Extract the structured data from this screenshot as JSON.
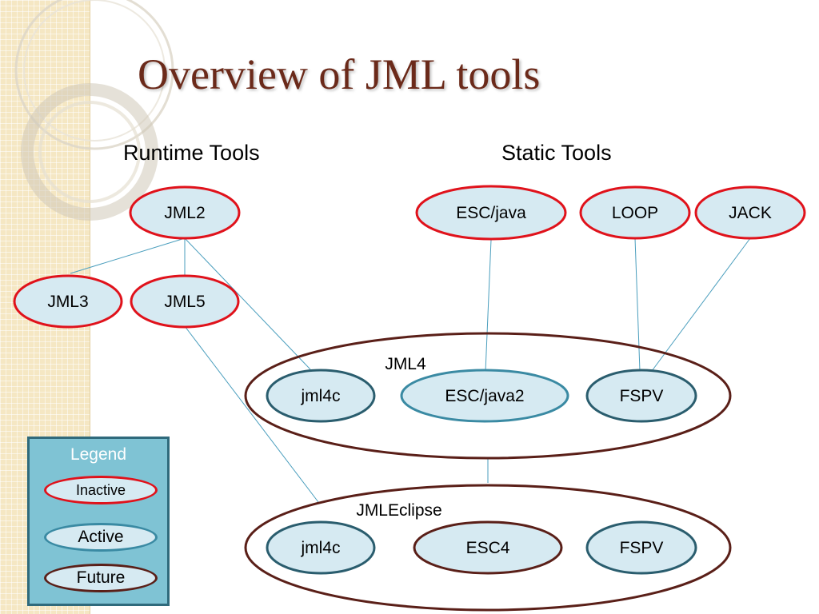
{
  "slide": {
    "title": "Overview of JML tools"
  },
  "headings": {
    "runtime": "Runtime Tools",
    "static": "Static Tools"
  },
  "colors": {
    "inactive_border": "#e0121b",
    "active_border": "#3a8aa3",
    "future_border": "#5a1f18",
    "node_fill": "#d6eaf2",
    "connector": "#4a9ebd",
    "legend_bg": "#7fc3d4",
    "legend_border": "#2f6a7c",
    "title_color": "#6b2a1a"
  },
  "groups": {
    "jml4": {
      "label": "JML4"
    },
    "jmleclipse": {
      "label": "JMLEclipse"
    }
  },
  "nodes": {
    "jml2": {
      "label": "JML2",
      "status": "inactive"
    },
    "jml3": {
      "label": "JML3",
      "status": "inactive"
    },
    "jml5": {
      "label": "JML5",
      "status": "inactive"
    },
    "escjava": {
      "label": "ESC/java",
      "status": "inactive"
    },
    "loop": {
      "label": "LOOP",
      "status": "inactive"
    },
    "jack": {
      "label": "JACK",
      "status": "inactive"
    },
    "jml4_jml4c": {
      "label": "jml4c",
      "status": "future"
    },
    "jml4_escjava2": {
      "label": "ESC/java2",
      "status": "active"
    },
    "jml4_fspv": {
      "label": "FSPV",
      "status": "future"
    },
    "ecl_jml4c": {
      "label": "jml4c",
      "status": "future"
    },
    "ecl_esc4": {
      "label": "ESC4",
      "status": "future"
    },
    "ecl_fspv": {
      "label": "FSPV",
      "status": "future"
    }
  },
  "legend": {
    "title": "Legend",
    "items": [
      {
        "label": "Inactive",
        "status": "inactive"
      },
      {
        "label": "Active",
        "status": "active"
      },
      {
        "label": "Future",
        "status": "future"
      }
    ]
  }
}
